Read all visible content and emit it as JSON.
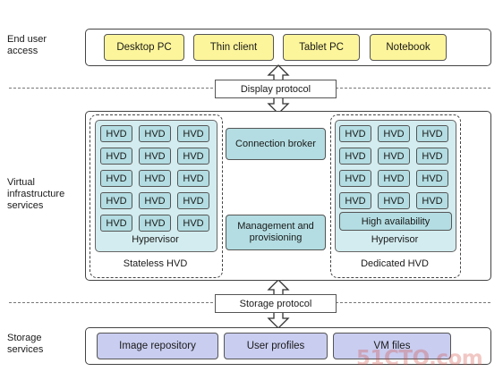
{
  "colors": {
    "client_fill": "#fdf59b",
    "hvd_fill": "#b3dde2",
    "hypervisor_fill": "#d3ecef",
    "storage_fill": "#c9cdf0"
  },
  "end_user": {
    "label": "End user\naccess",
    "clients": [
      "Desktop PC",
      "Thin client",
      "Tablet PC",
      "Notebook"
    ]
  },
  "display_protocol": "Display protocol",
  "virtual": {
    "label": "Virtual\ninfrastructure\nservices",
    "left": {
      "hvd_grid": [
        [
          "HVD",
          "HVD",
          "HVD"
        ],
        [
          "HVD",
          "HVD",
          "HVD"
        ],
        [
          "HVD",
          "HVD",
          "HVD"
        ],
        [
          "HVD",
          "HVD",
          "HVD"
        ],
        [
          "HVD",
          "HVD",
          "HVD"
        ]
      ],
      "hypervisor": "Hypervisor",
      "caption": "Stateless HVD"
    },
    "center": {
      "connection_broker": "Connection broker",
      "management": "Management and\nprovisioning"
    },
    "right": {
      "hvd_grid": [
        [
          "HVD",
          "HVD",
          "HVD"
        ],
        [
          "HVD",
          "HVD",
          "HVD"
        ],
        [
          "HVD",
          "HVD",
          "HVD"
        ],
        [
          "HVD",
          "HVD",
          "HVD"
        ]
      ],
      "high_availability": "High availability",
      "hypervisor": "Hypervisor",
      "caption": "Dedicated HVD"
    }
  },
  "storage_protocol": "Storage protocol",
  "storage": {
    "label": "Storage\nservices",
    "items": [
      "Image repository",
      "User profiles",
      "VM files"
    ]
  },
  "watermark": "51CTO.com"
}
